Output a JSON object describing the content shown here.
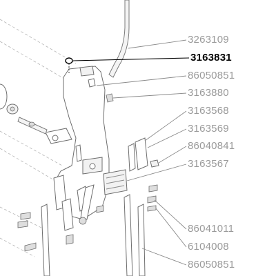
{
  "labels": [
    {
      "text": "3263109",
      "highlighted": false
    },
    {
      "text": "3163831",
      "highlighted": true
    },
    {
      "text": "86050851",
      "highlighted": false
    },
    {
      "text": "3163880",
      "highlighted": false
    },
    {
      "text": "3163568",
      "highlighted": false
    },
    {
      "text": "3163569",
      "highlighted": false
    },
    {
      "text": "86040841",
      "highlighted": false
    },
    {
      "text": "3163567",
      "highlighted": false
    },
    {
      "text": "86041011",
      "highlighted": false
    },
    {
      "text": "6104008",
      "highlighted": false
    },
    {
      "text": "86050851",
      "highlighted": false
    }
  ],
  "colors": {
    "label": "#9a9a9a",
    "label_highlighted": "#000000",
    "leader_line": "#8a8a8a",
    "part_outline": "#6e6e6e"
  }
}
